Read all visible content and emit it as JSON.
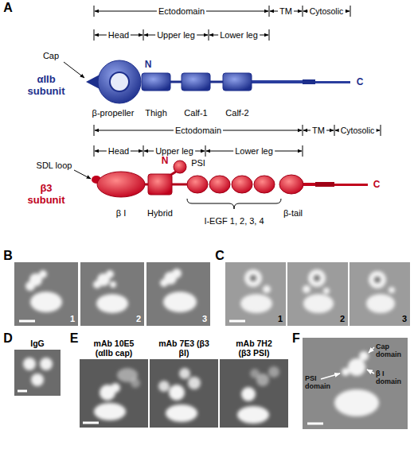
{
  "diagram": {
    "nodes": [
      {
        "text": [
          "1"
        ]
      },
      {
        "text": [
          "2"
        ]
      },
      {
        "text": [
          "3"
        ]
      },
      {
        "text": [
          "1"
        ]
      },
      {
        "text": [
          "2"
        ]
      },
      {
        "text": [
          "3"
        ]
      },
      {
        "text": [
          "IgG"
        ]
      },
      {
        "text": [
          "mAb 10E5 (αIIb cap)"
        ]
      },
      {
        "text": [
          "mAb 7E3 (β3 βI)"
        ]
      },
      {
        "text": [
          "mAb 7H2 (β3 PSI)"
        ]
      },
      {
        "text": [
          "PSI domain",
          "Cap domain",
          "β I domain"
        ]
      }
    ],
    "labels": [
      "A",
      "Ectodomain",
      "TM",
      "Cytosolic",
      "Head",
      "Upper leg",
      "Lower leg",
      "Cap",
      "N",
      "αIIb subunit",
      "C",
      "β-propeller",
      "Thigh",
      "Calf-1",
      "Calf-2",
      "Ectodomain",
      "TM",
      "Cytosolic",
      "Head",
      "Upper leg",
      "Lower leg",
      "SDL loop",
      "N",
      "PSI",
      "β3 subunit",
      "C",
      "β I",
      "Hybrid",
      "I-EGF 1, 2, 3, 4",
      "β-tail",
      "B",
      "C",
      "D",
      "E",
      "F"
    ]
  }
}
